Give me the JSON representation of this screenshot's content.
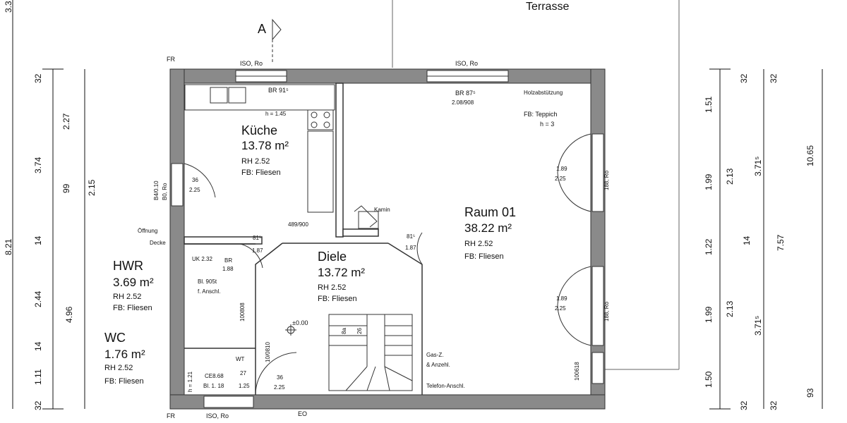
{
  "terrace_label": "Terrasse",
  "section_marker": "A",
  "rooms": {
    "kueche": {
      "name": "Küche",
      "area": "13.78 m²",
      "height": "RH 2.52",
      "floor": "FB: Fliesen"
    },
    "raum01": {
      "name": "Raum 01",
      "area": "38.22 m²",
      "height": "RH 2.52",
      "floor": "FB: Fliesen"
    },
    "diele": {
      "name": "Diele",
      "area": "13.72 m²",
      "height": "RH 2.52",
      "floor": "FB: Fliesen"
    },
    "hwr": {
      "name": "HWR",
      "area": "3.69 m²",
      "height": "RH 2.52",
      "floor": "FB: Fliesen"
    },
    "wc": {
      "name": "WC",
      "area": "1.76 m²",
      "height": "RH 2.52",
      "floor": "FB: Fliesen"
    }
  },
  "annotations": {
    "fr_top": "FR",
    "fr_bottom": "FR",
    "iso_ro_1": "ISO, Ro",
    "iso_ro_2": "ISO, Ro",
    "iso_ro_3": "ISO, Ro",
    "br_kueche": "BR 91⁵",
    "br_raum": "BR 87⁵",
    "br_raum_sub": "2.08/908",
    "holz": "Holzabstützung",
    "teppich": "FB: Teppich",
    "teppich_h": "h = 3",
    "h145": "h = 1.45",
    "kamin": "Kamin",
    "opening": "489/900",
    "oeffnung": "Öffnung",
    "decke": "Decke",
    "uk": "UK 2.32",
    "br_hwr_a": "BR",
    "br_hwr_b": "1.88",
    "bl": "Bl. 905t",
    "anschl": "f. Anschl.",
    "hwr_dim": "100808",
    "level": "±0.00",
    "gas1": "Gas-Z.",
    "gas2": "& Anzehl.",
    "telefon": "Telefon-Anschl.",
    "eo": "EO",
    "wt": "WT",
    "wc_a": "h = 1.21",
    "wc_b": "Bl. 1. 18",
    "wc_c": "CE8.68",
    "door_36a": "36",
    "door_225a": "2.25",
    "door_36b": "36",
    "door_225b": "2.25",
    "door_815a": "81⁵",
    "door_187a": "1.87",
    "door_815b": "81⁵",
    "door_187b": "1.87",
    "door_27": "27",
    "door_125": "1.25",
    "win_189a": "1.89",
    "win_225a": "2.25",
    "win_189b": "1.89",
    "win_225b": "2.25",
    "r188a": "188, Ro",
    "r188b": "188, Ro",
    "b4010": "B4/0.10",
    "b0ro": "B0, Ro",
    "r100618": "100618",
    "w100810": "10/0810",
    "st8a": "8a",
    "st26": "26"
  },
  "dims_left_outer": [
    "3.3",
    "8.21"
  ],
  "dims_left_mid": [
    "32",
    "2.27",
    "3.74",
    "99",
    "14",
    "2.44",
    "14",
    "1.11",
    "32"
  ],
  "dims_left_inner": [
    "2.15",
    "4.96"
  ],
  "dims_right_a": [
    "1.51",
    "1.99",
    "1.22",
    "1.99",
    "1.50"
  ],
  "dims_right_b": [
    "32",
    "2.13",
    "14",
    "2.13",
    "32"
  ],
  "dims_right_c": [
    "32",
    "3.71⁵",
    "7.57",
    "3.71⁵",
    "32"
  ],
  "dims_right_d": [
    "10.65",
    "93"
  ]
}
